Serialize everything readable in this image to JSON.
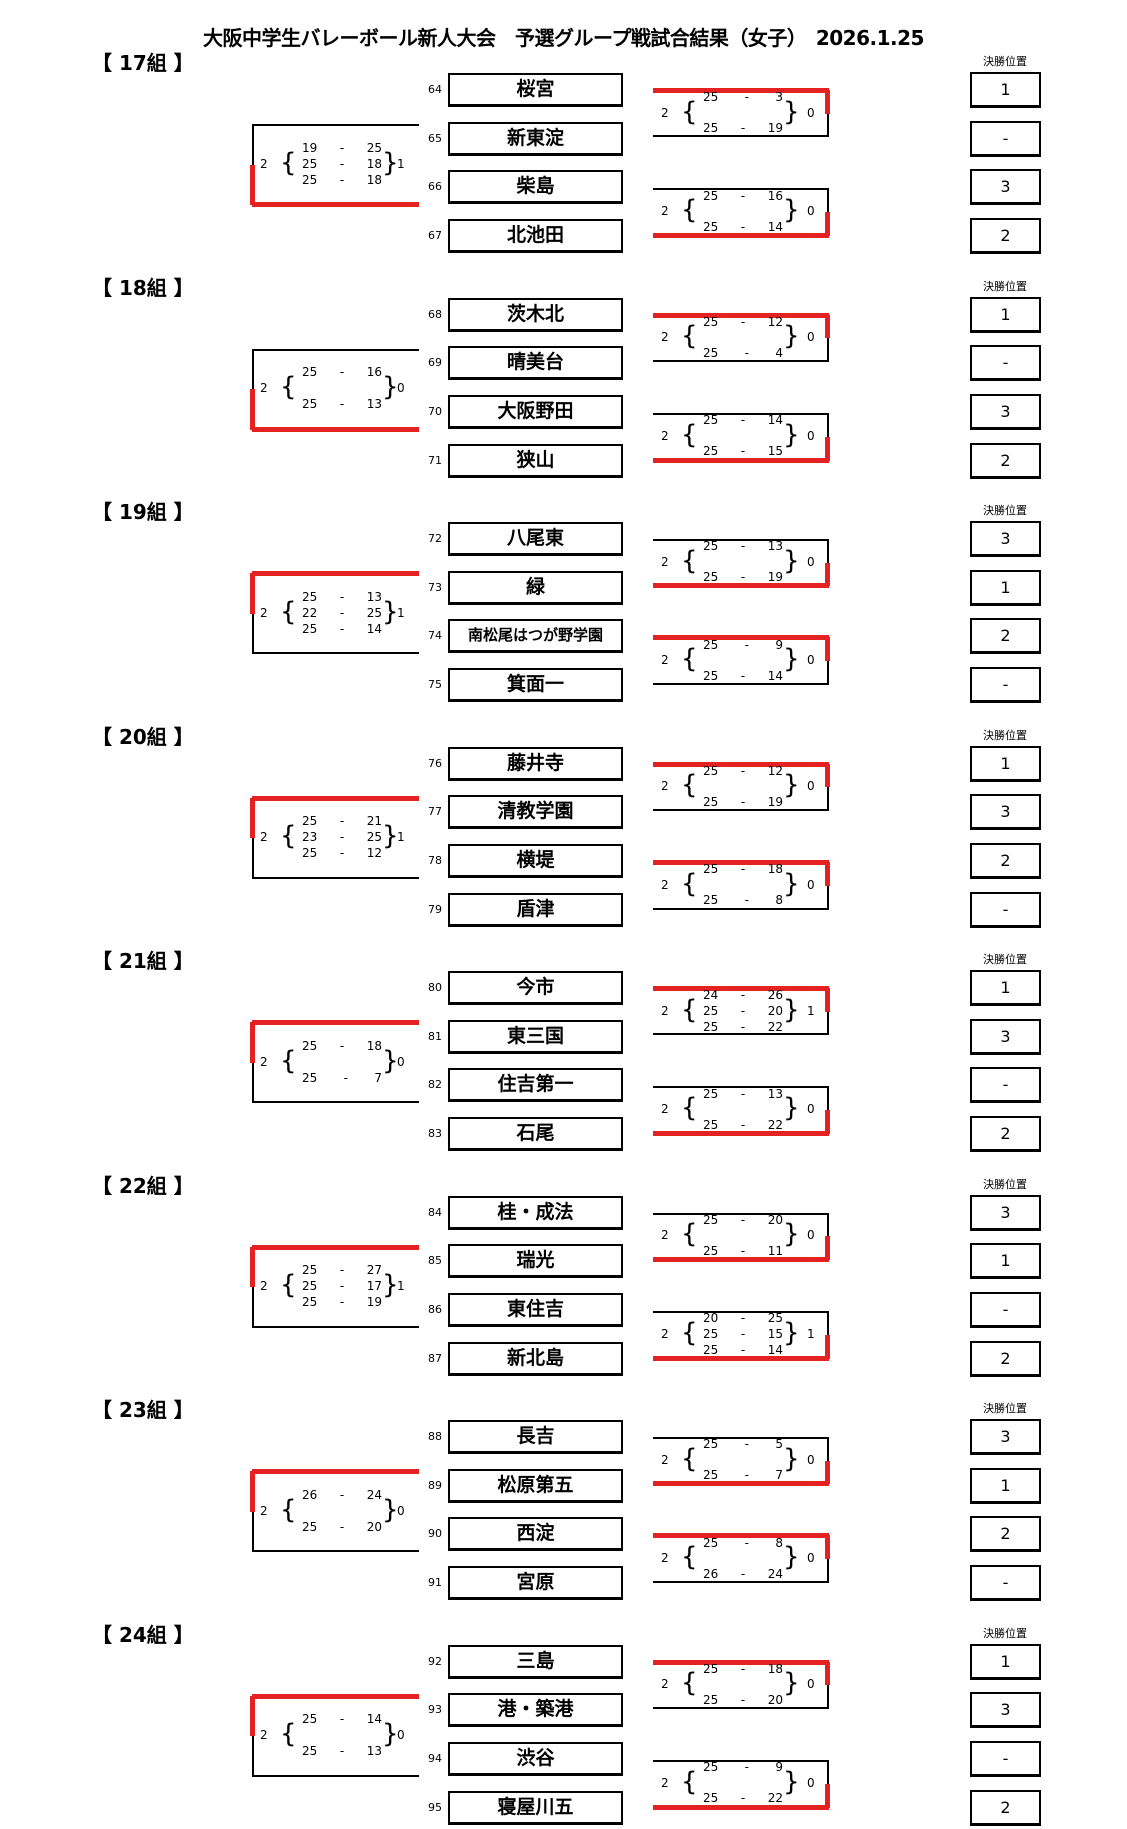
{
  "title": "大阪中学生バレーボール新人大会　予選グループ戦試合結果（女子）　2026.1.25",
  "rank_header": "決勝位置",
  "colors": {
    "winner_line": "#e52222",
    "line": "#000000"
  },
  "groups": [
    {
      "label": "【 17組 】",
      "teams": [
        {
          "seed": "64",
          "name": "桜宮",
          "rank": "1"
        },
        {
          "seed": "65",
          "name": "新東淀",
          "rank": "-"
        },
        {
          "seed": "66",
          "name": "柴島",
          "rank": "3"
        },
        {
          "seed": "67",
          "name": "北池田",
          "rank": "2"
        }
      ],
      "match_a": {
        "left": "2",
        "right": "0",
        "sets": [
          [
            "25",
            "3"
          ],
          [
            "25",
            "19"
          ]
        ],
        "winner": "top"
      },
      "match_b": {
        "left": "2",
        "right": "0",
        "sets": [
          [
            "25",
            "16"
          ],
          [
            "25",
            "14"
          ]
        ],
        "winner": "bottom"
      },
      "final": {
        "left": "2",
        "right": "1",
        "sets": [
          [
            "19",
            "25"
          ],
          [
            "25",
            "18"
          ],
          [
            "25",
            "18"
          ]
        ],
        "winner": "bottom"
      }
    },
    {
      "label": "【 18組 】",
      "teams": [
        {
          "seed": "68",
          "name": "茨木北",
          "rank": "1"
        },
        {
          "seed": "69",
          "name": "晴美台",
          "rank": "-"
        },
        {
          "seed": "70",
          "name": "大阪野田",
          "rank": "3"
        },
        {
          "seed": "71",
          "name": "狭山",
          "rank": "2"
        }
      ],
      "match_a": {
        "left": "2",
        "right": "0",
        "sets": [
          [
            "25",
            "12"
          ],
          [
            "25",
            "4"
          ]
        ],
        "winner": "top"
      },
      "match_b": {
        "left": "2",
        "right": "0",
        "sets": [
          [
            "25",
            "14"
          ],
          [
            "25",
            "15"
          ]
        ],
        "winner": "bottom"
      },
      "final": {
        "left": "2",
        "right": "0",
        "sets": [
          [
            "25",
            "16"
          ],
          [
            "25",
            "13"
          ]
        ],
        "winner": "bottom"
      }
    },
    {
      "label": "【 19組 】",
      "teams": [
        {
          "seed": "72",
          "name": "八尾東",
          "rank": "3"
        },
        {
          "seed": "73",
          "name": "緑",
          "rank": "1"
        },
        {
          "seed": "74",
          "name": "南松尾はつが野学園",
          "rank": "2"
        },
        {
          "seed": "75",
          "name": "箕面一",
          "rank": "-"
        }
      ],
      "match_a": {
        "left": "2",
        "right": "0",
        "sets": [
          [
            "25",
            "13"
          ],
          [
            "25",
            "19"
          ]
        ],
        "winner": "bottom"
      },
      "match_b": {
        "left": "2",
        "right": "0",
        "sets": [
          [
            "25",
            "9"
          ],
          [
            "25",
            "14"
          ]
        ],
        "winner": "top"
      },
      "final": {
        "left": "2",
        "right": "1",
        "sets": [
          [
            "25",
            "13"
          ],
          [
            "22",
            "25"
          ],
          [
            "25",
            "14"
          ]
        ],
        "winner": "top"
      }
    },
    {
      "label": "【 20組 】",
      "teams": [
        {
          "seed": "76",
          "name": "藤井寺",
          "rank": "1"
        },
        {
          "seed": "77",
          "name": "清教学園",
          "rank": "3"
        },
        {
          "seed": "78",
          "name": "横堤",
          "rank": "2"
        },
        {
          "seed": "79",
          "name": "盾津",
          "rank": "-"
        }
      ],
      "match_a": {
        "left": "2",
        "right": "0",
        "sets": [
          [
            "25",
            "12"
          ],
          [
            "25",
            "19"
          ]
        ],
        "winner": "top"
      },
      "match_b": {
        "left": "2",
        "right": "0",
        "sets": [
          [
            "25",
            "18"
          ],
          [
            "25",
            "8"
          ]
        ],
        "winner": "top"
      },
      "final": {
        "left": "2",
        "right": "1",
        "sets": [
          [
            "25",
            "21"
          ],
          [
            "23",
            "25"
          ],
          [
            "25",
            "12"
          ]
        ],
        "winner": "top"
      }
    },
    {
      "label": "【 21組 】",
      "teams": [
        {
          "seed": "80",
          "name": "今市",
          "rank": "1"
        },
        {
          "seed": "81",
          "name": "東三国",
          "rank": "3"
        },
        {
          "seed": "82",
          "name": "住吉第一",
          "rank": "-"
        },
        {
          "seed": "83",
          "name": "石尾",
          "rank": "2"
        }
      ],
      "match_a": {
        "left": "2",
        "right": "1",
        "sets": [
          [
            "24",
            "26"
          ],
          [
            "25",
            "20"
          ],
          [
            "25",
            "22"
          ]
        ],
        "winner": "top"
      },
      "match_b": {
        "left": "2",
        "right": "0",
        "sets": [
          [
            "25",
            "13"
          ],
          [
            "25",
            "22"
          ]
        ],
        "winner": "bottom"
      },
      "final": {
        "left": "2",
        "right": "0",
        "sets": [
          [
            "25",
            "18"
          ],
          [
            "25",
            "7"
          ]
        ],
        "winner": "top"
      }
    },
    {
      "label": "【 22組 】",
      "teams": [
        {
          "seed": "84",
          "name": "桂・成法",
          "rank": "3"
        },
        {
          "seed": "85",
          "name": "瑞光",
          "rank": "1"
        },
        {
          "seed": "86",
          "name": "東住吉",
          "rank": "-"
        },
        {
          "seed": "87",
          "name": "新北島",
          "rank": "2"
        }
      ],
      "match_a": {
        "left": "2",
        "right": "0",
        "sets": [
          [
            "25",
            "20"
          ],
          [
            "25",
            "11"
          ]
        ],
        "winner": "bottom"
      },
      "match_b": {
        "left": "2",
        "right": "1",
        "sets": [
          [
            "20",
            "25"
          ],
          [
            "25",
            "15"
          ],
          [
            "25",
            "14"
          ]
        ],
        "winner": "bottom"
      },
      "final": {
        "left": "2",
        "right": "1",
        "sets": [
          [
            "25",
            "27"
          ],
          [
            "25",
            "17"
          ],
          [
            "25",
            "19"
          ]
        ],
        "winner": "top"
      }
    },
    {
      "label": "【 23組 】",
      "teams": [
        {
          "seed": "88",
          "name": "長吉",
          "rank": "3"
        },
        {
          "seed": "89",
          "name": "松原第五",
          "rank": "1"
        },
        {
          "seed": "90",
          "name": "西淀",
          "rank": "2"
        },
        {
          "seed": "91",
          "name": "宮原",
          "rank": "-"
        }
      ],
      "match_a": {
        "left": "2",
        "right": "0",
        "sets": [
          [
            "25",
            "5"
          ],
          [
            "25",
            "7"
          ]
        ],
        "winner": "bottom"
      },
      "match_b": {
        "left": "2",
        "right": "0",
        "sets": [
          [
            "25",
            "8"
          ],
          [
            "26",
            "24"
          ]
        ],
        "winner": "top"
      },
      "final": {
        "left": "2",
        "right": "0",
        "sets": [
          [
            "26",
            "24"
          ],
          [
            "25",
            "20"
          ]
        ],
        "winner": "top"
      }
    },
    {
      "label": "【 24組 】",
      "teams": [
        {
          "seed": "92",
          "name": "三島",
          "rank": "1"
        },
        {
          "seed": "93",
          "name": "港・築港",
          "rank": "3"
        },
        {
          "seed": "94",
          "name": "渋谷",
          "rank": "-"
        },
        {
          "seed": "95",
          "name": "寝屋川五",
          "rank": "2"
        }
      ],
      "match_a": {
        "left": "2",
        "right": "0",
        "sets": [
          [
            "25",
            "18"
          ],
          [
            "25",
            "20"
          ]
        ],
        "winner": "top"
      },
      "match_b": {
        "left": "2",
        "right": "0",
        "sets": [
          [
            "25",
            "9"
          ],
          [
            "25",
            "22"
          ]
        ],
        "winner": "bottom"
      },
      "final": {
        "left": "2",
        "right": "0",
        "sets": [
          [
            "25",
            "14"
          ],
          [
            "25",
            "13"
          ]
        ],
        "winner": "top"
      }
    }
  ]
}
